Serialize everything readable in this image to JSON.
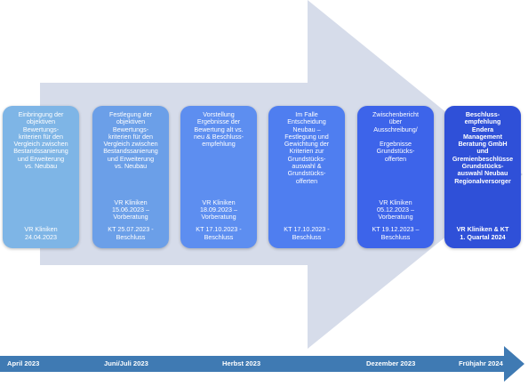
{
  "boxes": [
    {
      "desc": "Einbringung der\nobjektiven\nBewertungs-\nkriterien für den\nVergleich zwischen\nBestandssanierung\nund Erweiterung\nvs. Neubau",
      "foot": [
        "VR Kliniken\n24.04.2023"
      ],
      "bg": "#7eb5e6"
    },
    {
      "desc": "Festlegung der\nobjektiven\nBewertungs-\nkriterien für den\nVergleich zwischen\nBestandssanierung\nund Erweiterung\nvs. Neubau",
      "foot": [
        "VR Kliniken\n15.06.2023 –\nVorberatung",
        "KT 25.07.2023 -\nBeschluss"
      ],
      "bg": "#6b9fe8"
    },
    {
      "desc": "Vorstellung\nErgebnisse der\nBewertung alt vs.\nneu & Beschluss-\nempfehlung",
      "foot": [
        "VR Kliniken\n18.09.2023 –\nVorberatung",
        "KT 17.10.2023 -\nBeschluss"
      ],
      "bg": "#5d8ef0"
    },
    {
      "desc": "Im Falle\nEntscheidung\nNeubau –\nFestlegung und\nGewichtung der\nKriterien zur\nGrundstücks-\nauswahl &\nGrundstücks-\nofferten",
      "foot": [
        "KT 17.10.2023 -\nBeschluss"
      ],
      "bg": "#4f7ef0"
    },
    {
      "desc": "Zwischenbericht\nüber\nAusschreibung/\n\nErgebnisse\nGrundstücks-\nofferten",
      "foot": [
        "VR Kliniken\n05.12.2023 –\nVorberatung",
        "KT 19.12.2023 –\nBeschluss"
      ],
      "bg": "#3d64ea"
    },
    {
      "desc": "Beschluss-\nempfehlung\nEndera\nManagement\nBeratung GmbH\nund\nGremienbeschlüsse\nGrundstücks-\nauswahl Neubau\nRegionalversorger",
      "foot": [
        "VR Kliniken & KT\n1. Quartal 2024"
      ],
      "bg": "#2f50d8"
    }
  ],
  "timeline": {
    "labels": [
      "April 2023",
      "Juni/Juli 2023",
      "Herbst 2023",
      "Dezember 2023",
      "Frühjahr 2024"
    ],
    "color": "#3f7ab3"
  },
  "colors": {
    "big_arrow": "#d6dcea"
  }
}
